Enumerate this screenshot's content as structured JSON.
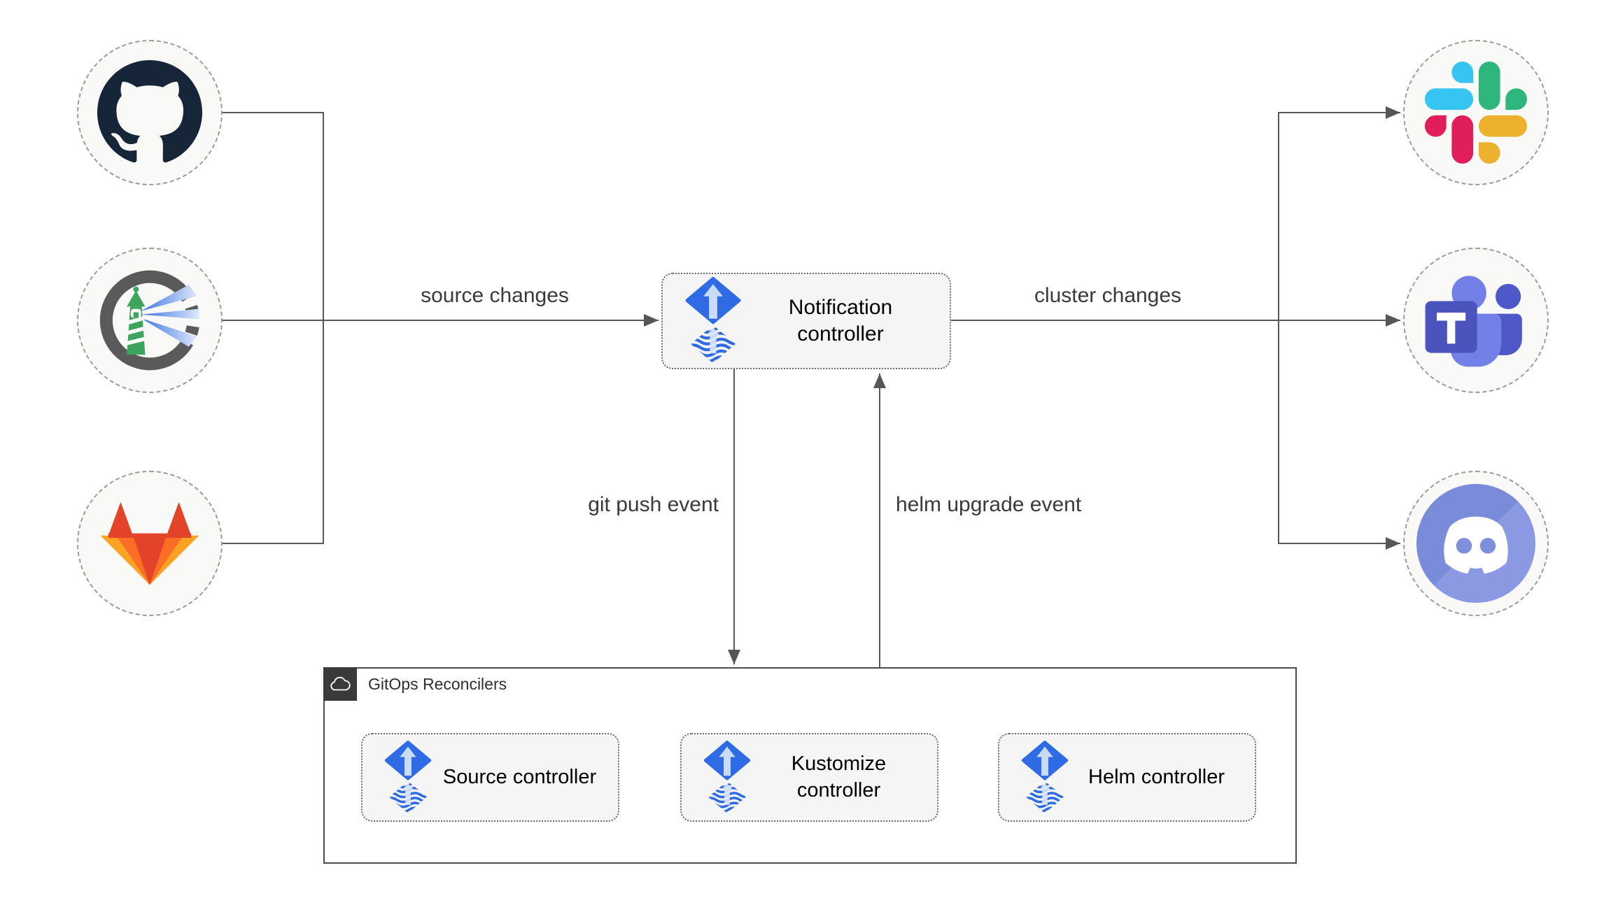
{
  "diagram": {
    "notification": {
      "label": "Notification controller"
    },
    "gitops": {
      "title": "GitOps Reconcilers",
      "controllers": [
        {
          "id": "source",
          "label": "Source controller"
        },
        {
          "id": "kustomize",
          "label": "Kustomize controller"
        },
        {
          "id": "helm",
          "label": "Helm controller"
        }
      ]
    },
    "edge_labels": {
      "source_changes": "source changes",
      "cluster_changes": "cluster changes",
      "git_push_event": "git push event",
      "helm_upgrade_event": "helm upgrade event"
    },
    "sources": [
      {
        "id": "github",
        "icon": "github-icon"
      },
      {
        "id": "harbor",
        "icon": "harbor-icon"
      },
      {
        "id": "gitlab",
        "icon": "gitlab-icon"
      }
    ],
    "targets": [
      {
        "id": "slack",
        "icon": "slack-icon"
      },
      {
        "id": "teams",
        "icon": "microsoft-teams-icon"
      },
      {
        "id": "discord",
        "icon": "discord-icon"
      }
    ],
    "colors": {
      "line": "#575757",
      "node_fill": "#f5f5f5",
      "node_border": "#6b6b6b",
      "circle_fill": "#f9f9f7",
      "circle_border": "#9c9c9c",
      "flux_blue": "#2e6be4",
      "container_border": "#4d4d4d",
      "tab_bg": "#3a3a3a",
      "github": "#162638",
      "harbor_ring": "#5a5a5a",
      "harbor_green": "#3ca45c",
      "gitlab_red": "#e24329",
      "gitlab_orange": "#fc6d26",
      "gitlab_yellow": "#fca326",
      "slack_blue": "#36c5f0",
      "slack_green": "#2eb67d",
      "slack_yellow": "#ecb22e",
      "slack_red": "#e01e5a",
      "teams_dark": "#4b53bc",
      "teams_light": "#7380e8",
      "discord_blurple": "#7d8edc"
    }
  }
}
